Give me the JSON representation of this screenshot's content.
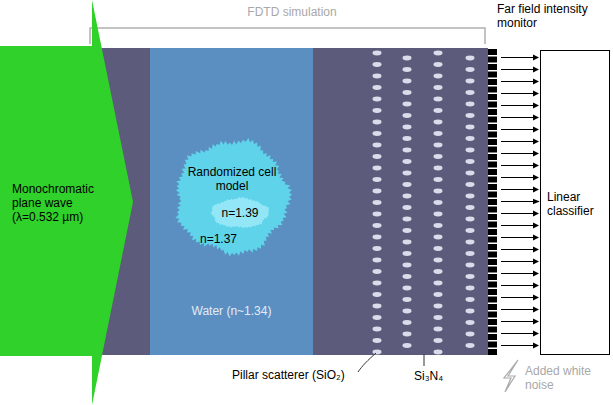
{
  "diagram": {
    "nodes": [
      {
        "text": [
          "Monochromatic plane wave (λ=0.532 µm)"
        ]
      },
      {
        "text": [
          "Water (n~1.34)"
        ]
      },
      {
        "text": [
          "Randomized cell model",
          "n=1.37"
        ],
        "in": 1
      },
      {
        "text": [
          "n=1.39"
        ],
        "in": 2
      },
      {
        "text": [
          "Far field intensity monitor"
        ]
      },
      {
        "text": [
          "Linear classifier"
        ]
      }
    ],
    "edges": [
      {
        "from": 4,
        "to": 5,
        "arrow": "to"
      }
    ],
    "labels": [
      "FDTD simulation",
      "Pillar scatterer (SiO₂)",
      "Si₃N₄",
      "Added white noise"
    ]
  }
}
